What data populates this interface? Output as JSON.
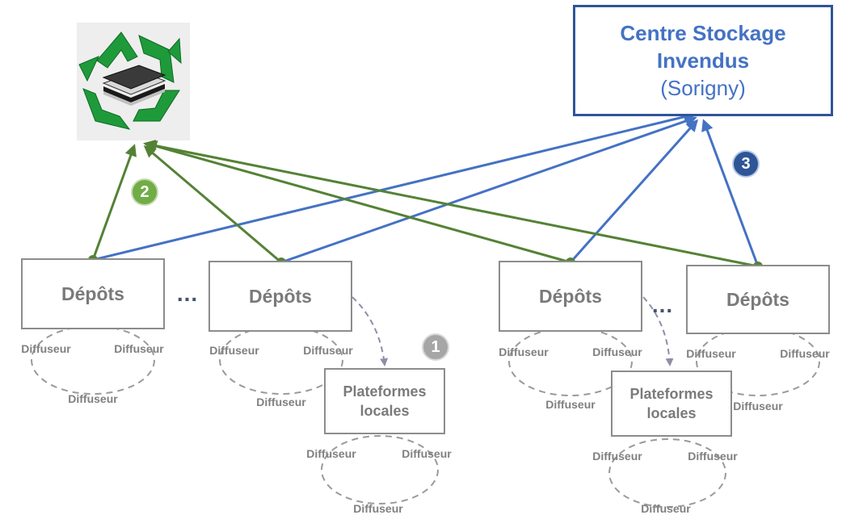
{
  "centre": {
    "line1": "Centre Stockage",
    "line2": "Invendus",
    "line3": "(Sorigny)"
  },
  "depots": [
    "Dépôts",
    "Dépôts",
    "Dépôts",
    "Dépôts"
  ],
  "plateformes": [
    {
      "line1": "Plateformes",
      "line2": "locales"
    },
    {
      "line1": "Plateformes",
      "line2": "locales"
    }
  ],
  "diffuseur_label": "Diffuseur",
  "ellipsis": "...",
  "badges": {
    "step1": "1",
    "step2": "2",
    "step3": "3"
  },
  "colors": {
    "green_flow": "#548235",
    "blue_flow": "#4472c4",
    "dashed": "#8e8ea8",
    "grey_border": "#8c8c8c"
  },
  "icons": {
    "recycle": "recycle-icon",
    "stack": "paper-stack-icon"
  }
}
